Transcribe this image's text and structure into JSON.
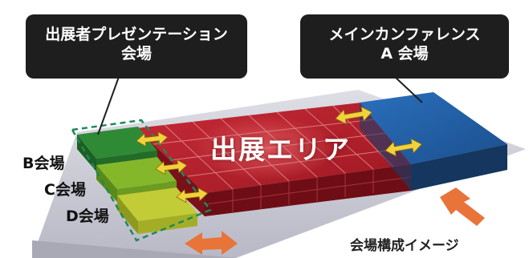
{
  "callouts": {
    "exhibitor": {
      "line1": "出展者プレゼンテーション",
      "line2": "会場"
    },
    "main_conference": {
      "line1": "メインカンファレンス",
      "line2": "A 会場"
    }
  },
  "rooms": {
    "b": "B会場",
    "c": "C会場",
    "d": "D会場"
  },
  "exhibition_area": "出展エリア",
  "caption": "会場構成イメージ",
  "colors": {
    "floor": "#c9c9d3",
    "exhibition": "#b4202c",
    "room_a": "#1f5fa8",
    "room_b": "#2f8a35",
    "room_c": "#84b82a",
    "room_d": "#c2cc36",
    "dashed_outline": "#1c8a56",
    "arrow_yellow": "#f2d23a",
    "arrow_orange": "#e8743a",
    "callout_bg": "#1e1e1e"
  }
}
